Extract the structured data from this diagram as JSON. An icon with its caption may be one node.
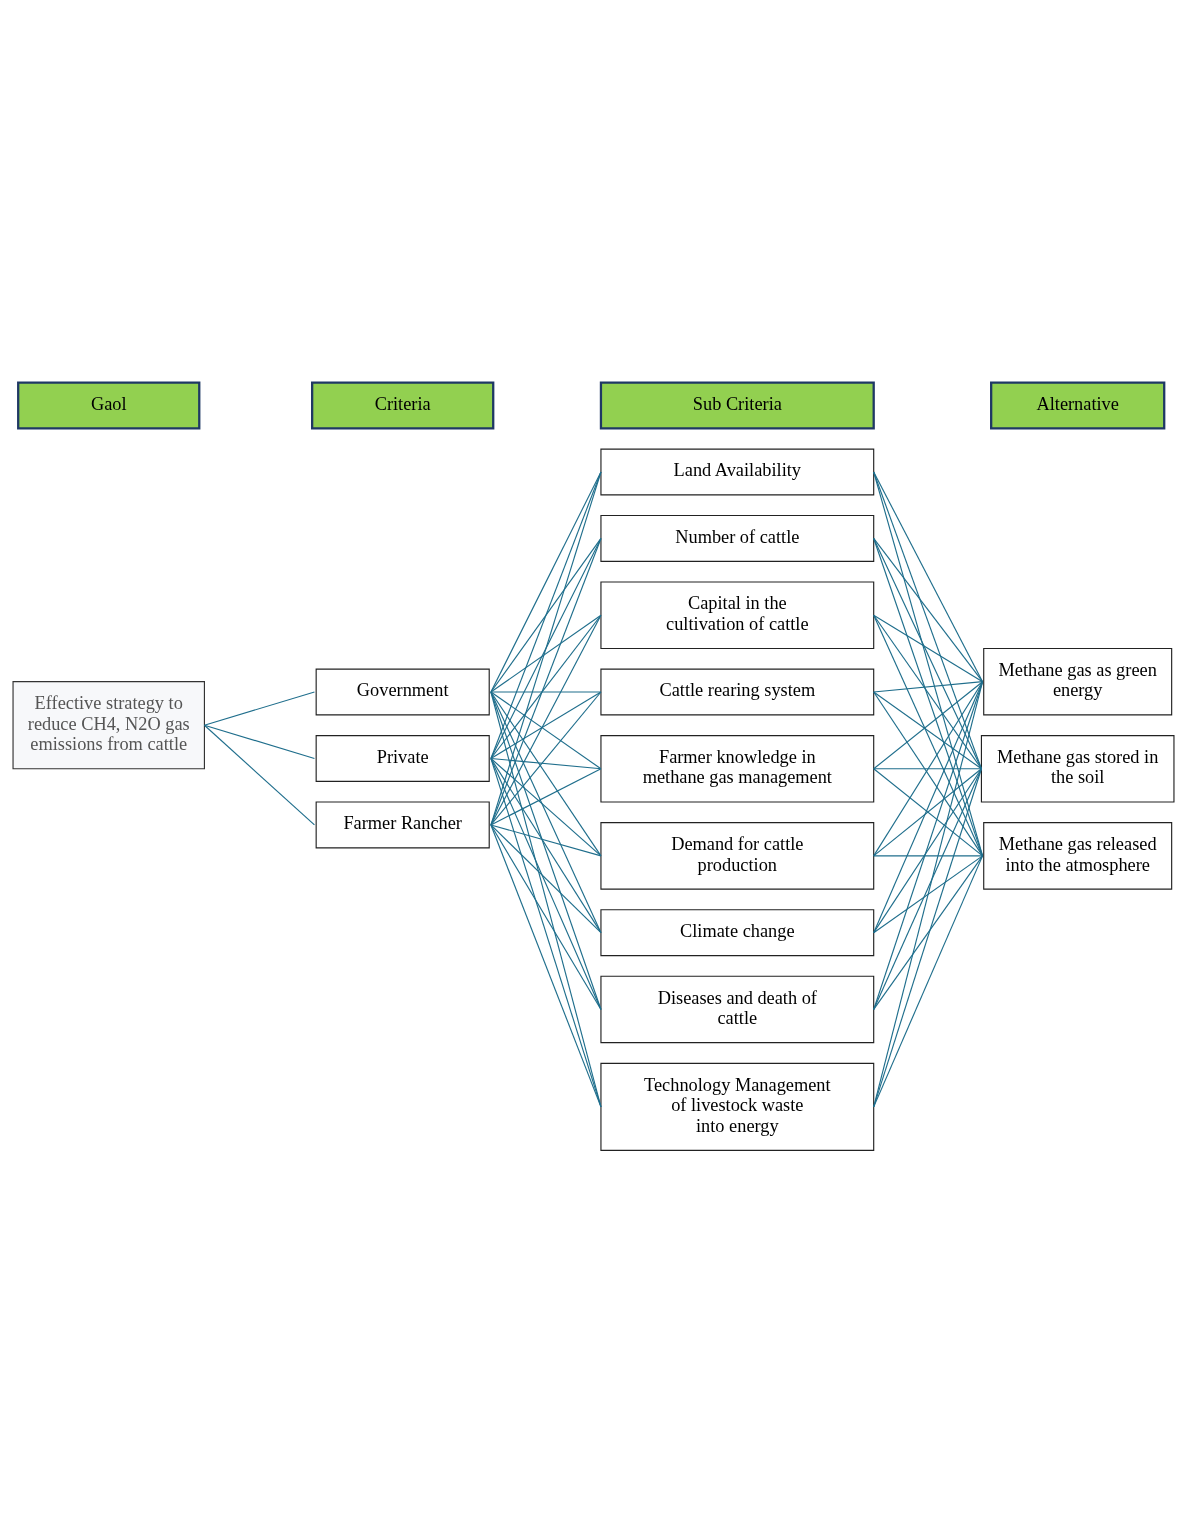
{
  "diagram": {
    "nodes": [
      {
        "text": [
          "Gaol"
        ]
      },
      {
        "text": [
          "Criteria"
        ]
      },
      {
        "text": [
          "Sub Criteria"
        ]
      },
      {
        "text": [
          "Alternative"
        ]
      },
      {
        "text": [
          "Effective strategy to reduce CH4, N2O gas emissions from cattle"
        ]
      },
      {
        "text": [
          "Government"
        ]
      },
      {
        "text": [
          "Private"
        ]
      },
      {
        "text": [
          "Farmer Rancher"
        ]
      },
      {
        "text": [
          "Land Availability"
        ]
      },
      {
        "text": [
          "Number of cattle"
        ]
      },
      {
        "text": [
          "Capital in the cultivation of cattle"
        ]
      },
      {
        "text": [
          "Cattle rearing system"
        ]
      },
      {
        "text": [
          "Farmer knowledge in methane gas management"
        ]
      },
      {
        "text": [
          "Demand for cattle production"
        ]
      },
      {
        "text": [
          "Climate change"
        ]
      },
      {
        "text": [
          "Diseases and death of cattle"
        ]
      },
      {
        "text": [
          "Technology Management of livestock waste into energy"
        ]
      },
      {
        "text": [
          "Methane gas as green energy"
        ]
      },
      {
        "text": [
          "Methane gas stored in the soil"
        ]
      },
      {
        "text": [
          "Methane gas released into the atmosphere"
        ]
      }
    ],
    "edges": [
      {
        "from": 4,
        "to": 5,
        "arrow": "none"
      },
      {
        "from": 4,
        "to": 6,
        "arrow": "none"
      },
      {
        "from": 4,
        "to": 7,
        "arrow": "none"
      },
      {
        "from": 5,
        "to": 8,
        "arrow": "none"
      },
      {
        "from": 5,
        "to": 9,
        "arrow": "none"
      },
      {
        "from": 5,
        "to": 10,
        "arrow": "none"
      },
      {
        "from": 5,
        "to": 11,
        "arrow": "none"
      },
      {
        "from": 5,
        "to": 12,
        "arrow": "none"
      },
      {
        "from": 5,
        "to": 13,
        "arrow": "none"
      },
      {
        "from": 5,
        "to": 14,
        "arrow": "none"
      },
      {
        "from": 5,
        "to": 15,
        "arrow": "none"
      },
      {
        "from": 5,
        "to": 16,
        "arrow": "none"
      },
      {
        "from": 6,
        "to": 8,
        "arrow": "none"
      },
      {
        "from": 6,
        "to": 9,
        "arrow": "none"
      },
      {
        "from": 6,
        "to": 10,
        "arrow": "none"
      },
      {
        "from": 6,
        "to": 11,
        "arrow": "none"
      },
      {
        "from": 6,
        "to": 12,
        "arrow": "none"
      },
      {
        "from": 6,
        "to": 13,
        "arrow": "none"
      },
      {
        "from": 6,
        "to": 14,
        "arrow": "none"
      },
      {
        "from": 6,
        "to": 15,
        "arrow": "none"
      },
      {
        "from": 6,
        "to": 16,
        "arrow": "none"
      },
      {
        "from": 7,
        "to": 8,
        "arrow": "none"
      },
      {
        "from": 7,
        "to": 9,
        "arrow": "none"
      },
      {
        "from": 7,
        "to": 10,
        "arrow": "none"
      },
      {
        "from": 7,
        "to": 11,
        "arrow": "none"
      },
      {
        "from": 7,
        "to": 12,
        "arrow": "none"
      },
      {
        "from": 7,
        "to": 13,
        "arrow": "none"
      },
      {
        "from": 7,
        "to": 14,
        "arrow": "none"
      },
      {
        "from": 7,
        "to": 15,
        "arrow": "none"
      },
      {
        "from": 7,
        "to": 16,
        "arrow": "none"
      },
      {
        "from": 8,
        "to": 17,
        "arrow": "none"
      },
      {
        "from": 8,
        "to": 18,
        "arrow": "none"
      },
      {
        "from": 8,
        "to": 19,
        "arrow": "none"
      },
      {
        "from": 9,
        "to": 17,
        "arrow": "none"
      },
      {
        "from": 9,
        "to": 18,
        "arrow": "none"
      },
      {
        "from": 9,
        "to": 19,
        "arrow": "none"
      },
      {
        "from": 10,
        "to": 17,
        "arrow": "none"
      },
      {
        "from": 10,
        "to": 18,
        "arrow": "none"
      },
      {
        "from": 10,
        "to": 19,
        "arrow": "none"
      },
      {
        "from": 11,
        "to": 17,
        "arrow": "none"
      },
      {
        "from": 11,
        "to": 18,
        "arrow": "none"
      },
      {
        "from": 11,
        "to": 19,
        "arrow": "none"
      },
      {
        "from": 12,
        "to": 17,
        "arrow": "none"
      },
      {
        "from": 12,
        "to": 18,
        "arrow": "none"
      },
      {
        "from": 12,
        "to": 19,
        "arrow": "none"
      },
      {
        "from": 13,
        "to": 17,
        "arrow": "none"
      },
      {
        "from": 13,
        "to": 18,
        "arrow": "none"
      },
      {
        "from": 13,
        "to": 19,
        "arrow": "none"
      },
      {
        "from": 14,
        "to": 17,
        "arrow": "none"
      },
      {
        "from": 14,
        "to": 18,
        "arrow": "none"
      },
      {
        "from": 14,
        "to": 19,
        "arrow": "none"
      },
      {
        "from": 15,
        "to": 17,
        "arrow": "none"
      },
      {
        "from": 15,
        "to": 18,
        "arrow": "none"
      },
      {
        "from": 15,
        "to": 19,
        "arrow": "none"
      },
      {
        "from": 16,
        "to": 17,
        "arrow": "none"
      },
      {
        "from": 16,
        "to": 18,
        "arrow": "none"
      },
      {
        "from": 16,
        "to": 19,
        "arrow": "none"
      }
    ]
  }
}
